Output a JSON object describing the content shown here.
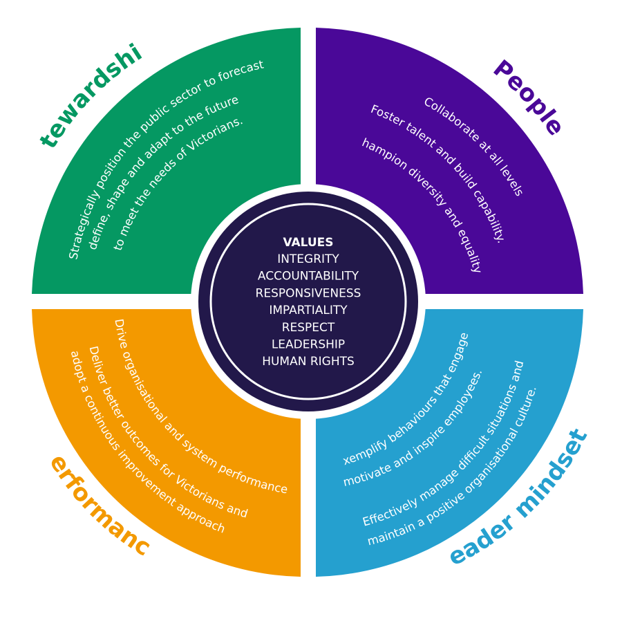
{
  "segments": {
    "stewardship": {
      "title": "Stewardship",
      "color": "#059862",
      "text": [
        "Strategically position the public sector to forecast,",
        "define, shape and adapt to the future",
        "to meet the needs of Victorians."
      ]
    },
    "people": {
      "title": "People",
      "color": "#4a0898",
      "text": [
        "Collaborate at all levels.",
        "Foster talent and build capability.",
        "Champion diversity and equality."
      ]
    },
    "performance": {
      "title": "Performance",
      "color": "#f39900",
      "text": [
        "Drive organisational and system performance.",
        "Deliver better outcomes for Victorians and",
        "adopt a continuous improvement approach."
      ]
    },
    "leader_mindsets": {
      "title": "Leader mindsets",
      "color": "#25a0cf",
      "text": [
        "Exemplify behaviours that engage,",
        "motivate and inspire employees.",
        "Effectively manage difficult situations and",
        "maintain a positive organisational culture."
      ]
    }
  },
  "values": {
    "heading": "VALUES",
    "color": "#22184a",
    "items": [
      "INTEGRITY",
      "ACCOUNTABILITY",
      "RESPONSIVENESS",
      "IMPARTIALITY",
      "RESPECT",
      "LEADERSHIP",
      "HUMAN RIGHTS"
    ]
  }
}
